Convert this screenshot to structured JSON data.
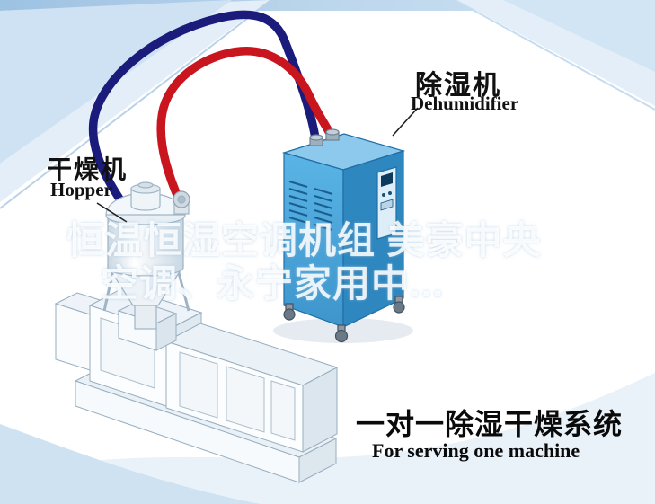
{
  "figure": {
    "type": "product-diagram",
    "subject": "one-to-one dehumidifying and drying system for a plastics machine"
  },
  "labels": {
    "dehumidifier_zh": "除湿机",
    "dehumidifier_en": "Dehumidifier",
    "hopper_zh": "干燥机",
    "hopper_en": "Hopper"
  },
  "watermark": {
    "line1": "恒温恒湿空调机组 美豪中央",
    "line2": "空调、永宁家用中..."
  },
  "caption": {
    "zh": "一对一除湿干燥系统",
    "en": "For serving one machine"
  },
  "colors": {
    "dehumidifier_front": "#4aa9dd",
    "dehumidifier_side": "#2f87bf",
    "dehumidifier_top": "#8cc9ec",
    "pipe_blue": "#1b1b7c",
    "pipe_red": "#c9151d",
    "background_swoosh": "#cfe2f3",
    "label_text": "#111111",
    "watermark_text": "rgba(255,255,255,0.85)"
  },
  "parts": {
    "dehumidifier": "dehumidifier-unit",
    "hopper": "drying-hopper",
    "extruder": "extruder-machine",
    "blue_pipe": "dry-air-pipe",
    "red_pipe": "return-air-pipe"
  }
}
